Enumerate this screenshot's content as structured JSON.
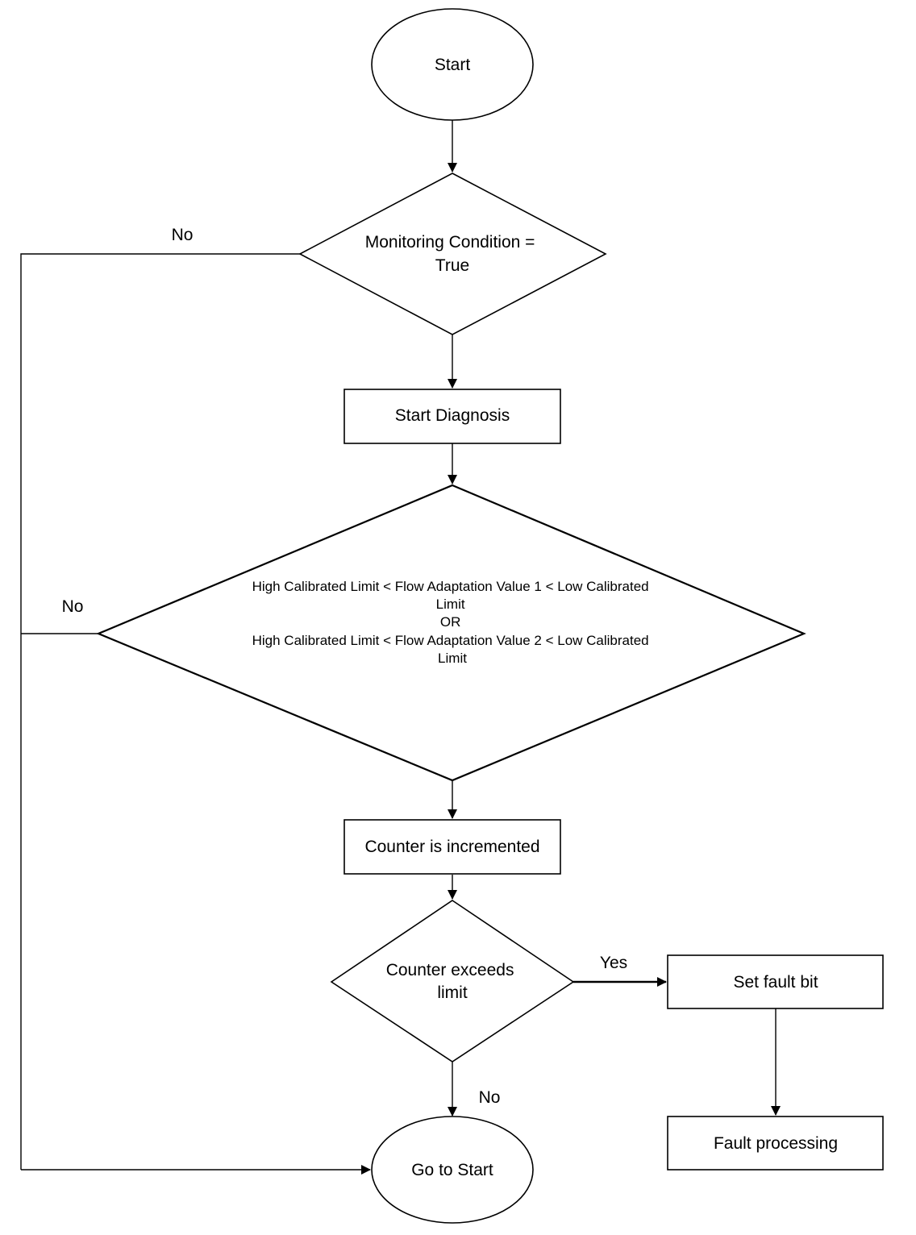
{
  "nodes": {
    "start": {
      "label": "Start"
    },
    "monitoring_condition": {
      "lines": [
        "Monitoring Condition =",
        "True"
      ]
    },
    "start_diagnosis": {
      "label": "Start Diagnosis"
    },
    "flow_check": {
      "lines": [
        "High Calibrated Limit < Flow Adaptation Value 1 < Low Calibrated",
        "Limit",
        "OR",
        "High Calibrated Limit < Flow Adaptation Value 2 < Low Calibrated",
        "Limit"
      ]
    },
    "counter_incremented": {
      "label": "Counter is incremented"
    },
    "counter_exceeds": {
      "lines": [
        "Counter exceeds",
        "limit"
      ]
    },
    "set_fault_bit": {
      "label": "Set fault bit"
    },
    "fault_processing": {
      "label": "Fault processing"
    },
    "go_to_start": {
      "label": "Go to Start"
    }
  },
  "edges": {
    "monitoring_no": "No",
    "flow_no": "No",
    "counter_yes": "Yes",
    "counter_no": "No"
  },
  "colors": {
    "stroke": "#000000",
    "fill": "#ffffff"
  }
}
